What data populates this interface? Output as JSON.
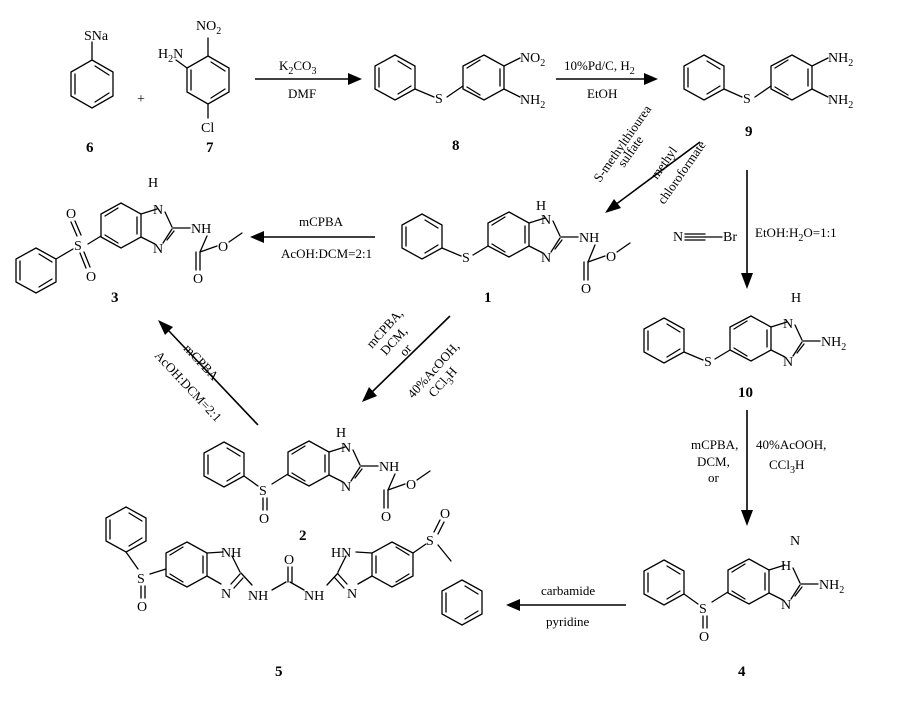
{
  "compounds": {
    "c6": {
      "number": "6",
      "label_sna": "SNa"
    },
    "c7": {
      "number": "7",
      "label_h2n": "H",
      "label_n": "N",
      "label_no2": "NO",
      "label_cl": "Cl"
    },
    "c8": {
      "number": "8",
      "label_s": "S",
      "label_no2": "NO",
      "label_nh2": "NH"
    },
    "c9": {
      "number": "9",
      "label_s": "S",
      "label_nh2_top": "NH",
      "label_nh2_bottom": "NH"
    },
    "c1": {
      "number": "1",
      "label_s": "S",
      "label_nh_ring": "H",
      "label_n_ring": "N",
      "label_nh": "NH",
      "label_o1": "O",
      "label_o2": "O"
    },
    "c3": {
      "number": "3",
      "label_s": "S",
      "label_o_top": "O",
      "label_o_bottom": "O",
      "label_nh_ring": "H",
      "label_n_ring": "N",
      "label_nh": "NH",
      "label_o1": "O",
      "label_o2": "O"
    },
    "c10": {
      "number": "10",
      "label_s": "S",
      "label_nh_ring": "H",
      "label_n_ring": "N",
      "label_nh2": "NH"
    },
    "c2": {
      "number": "2",
      "label_s": "S",
      "label_o_s": "O",
      "label_nh_ring": "H",
      "label_n_ring": "N",
      "label_nh": "NH",
      "label_o1": "O",
      "label_o2": "O"
    },
    "c4": {
      "number": "4",
      "label_s": "S",
      "label_o_s": "O",
      "label_nh_ring": "H",
      "label_n_ring": "N",
      "label_nh2": "NH"
    },
    "c5": {
      "number": "5",
      "label_s_left": "S",
      "label_o_left": "O",
      "label_s_right": "S",
      "label_o_right": "O",
      "label_nh_left": "NH",
      "label_n_left": "N",
      "label_nh_link_left": "NH",
      "label_nh_link_right": "NH",
      "label_o_urea": "O",
      "label_nh_right": "HN",
      "label_n_right": "N"
    },
    "reagent_cnbr": {
      "n": "N",
      "br": "Br"
    }
  },
  "plus_sign": "+",
  "conditions": {
    "step1_top": "K",
    "step1_top_sub": "2",
    "step1_top_rest": "CO",
    "step1_top_sub2": "3",
    "step1_bottom": "DMF",
    "step2_top": "10%Pd/C, H",
    "step2_top_sub": "2",
    "step2_bottom": "EtOH",
    "step3_left_1": "S-methylthiourea",
    "step3_left_2": "sulfate",
    "step3_right_1": "methyl",
    "step3_right_2": "chloroformate",
    "step4_top": "mCPBA",
    "step4_bottom": "AcOH:DCM=2:1",
    "step5_right": "EtOH:H",
    "step5_right_sub": "2",
    "step5_right_rest": "O=1:1",
    "step6_left_1": "mCPBA,",
    "step6_left_2": "DCM,",
    "step6_left_3": "or",
    "step6_right_1": "40%AcOOH,",
    "step6_right_2": "CCl",
    "step6_right_2_sub": "3",
    "step6_right_2_rest": "H",
    "step7_top": "mCPBA",
    "step7_bottom": "AcOH:DCM=2:1",
    "step8_left_1": "mCPBA,",
    "step8_left_2": "DCM,",
    "step8_left_3": "or",
    "step8_right_1": "40%AcOOH,",
    "step8_right_2": "CCl",
    "step8_right_2_sub": "3",
    "step8_right_2_rest": "H",
    "step9_top": "carbamide",
    "step9_bottom": "pyridine"
  },
  "subscript_two": "2"
}
